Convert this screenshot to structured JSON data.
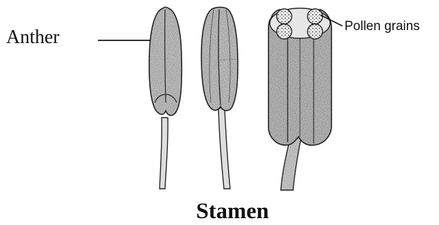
{
  "labels": {
    "anther": "Anther",
    "pollen": "Pollen grains"
  },
  "caption": "Stamen",
  "colors": {
    "ink": "#111111",
    "stipple_fill": "#d4d4d4",
    "paper": "#ffffff"
  }
}
